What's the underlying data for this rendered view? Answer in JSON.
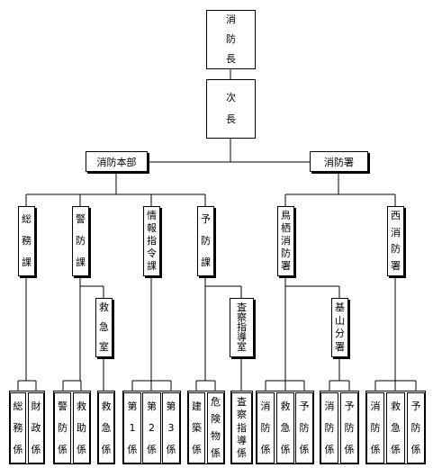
{
  "top": {
    "chief": "消防長",
    "vice_chief": "次長"
  },
  "divisions": {
    "hq": "消防本部",
    "station": "消防署"
  },
  "sections": {
    "soumu": "総務課",
    "keibou": "警防課",
    "kyukyu": "救急室",
    "joho": "情報指令課",
    "yobou": "予防課",
    "sasatsu": "査察指導室",
    "tosu": "鳥栖消防署",
    "kiyama": "基山分署",
    "nishi": "西消防署"
  },
  "units": [
    "総務係",
    "財政係",
    "警防係",
    "救助係",
    "救急係",
    "第1係",
    "第2係",
    "第3係",
    "建築係",
    "危険物係",
    "査察指導係",
    "消防係",
    "救急係",
    "予防係",
    "消防係",
    "予防係",
    "消防係",
    "救急係",
    "予防係"
  ]
}
